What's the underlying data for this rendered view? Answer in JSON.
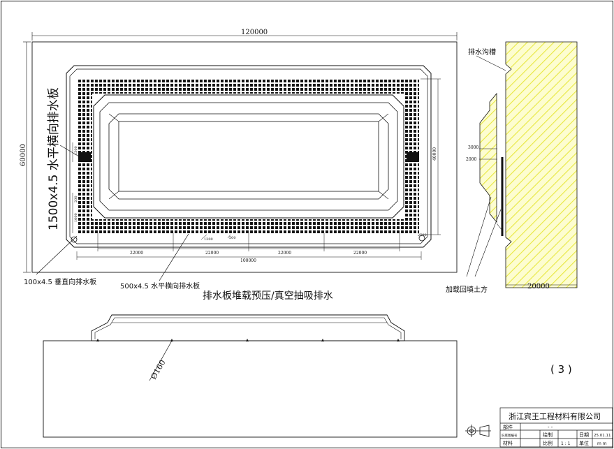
{
  "plan": {
    "dim_total_width": "120000",
    "dim_total_height": "60000",
    "dim_inner_height": "40000",
    "dim_inner_width": "100000",
    "seg_1": "22000",
    "seg_2": "22000",
    "seg_3": "22000",
    "seg_4": "22000",
    "dim_small_a": "1300",
    "dim_small_b": "500",
    "dim_side_a": "1300",
    "dim_side_b": "200",
    "dim_side_c": "1000",
    "dim_corner": "2500",
    "label_horizontal_large": "1500x4.5 水平横向排水板",
    "label_vertical": "100x4.5 垂直向排水板",
    "label_horizontal_small": "500x4.5 水平横向排水板",
    "title_main": "排水板堆载预压/真空抽吸排水"
  },
  "section": {
    "label_ditch": "排水沟槽",
    "dim_3000": "3000",
    "dim_2000": "2000",
    "label_fill": "加载回填土方",
    "dim_20000": "20000"
  },
  "elevation": {
    "dim_diameter": "Ø160"
  },
  "sheet_number": "( 3 )",
  "title_block": {
    "company": "浙江宾王工程材料有限公司",
    "r1_c1": "部件",
    "r1_c2": "- -",
    "r2_c1": "旧底图编号",
    "r2_c2": "绘制",
    "r2_c3": "日期",
    "r2_c4": "25.01.11",
    "r3_c1": "材料",
    "r3_c2": "比例",
    "r3_c3": "1 : 1",
    "r3_c4": "单位",
    "r3_c5": "m m"
  },
  "colors": {
    "line": "#111111",
    "fill_hatch": "#e8e840",
    "fill_bg": "#fdfdd0",
    "grid": "#111111"
  }
}
